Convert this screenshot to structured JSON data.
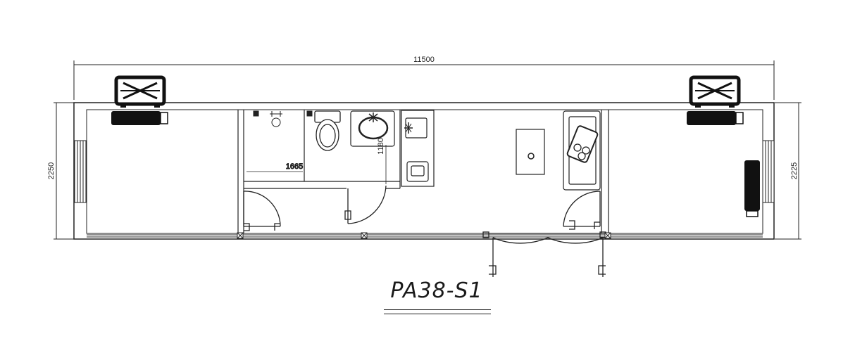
{
  "plan": {
    "model": "PA38-S1",
    "dimensions": {
      "overall_length": "11500",
      "left_height": "2250",
      "right_height": "2225",
      "shower_width": "1665",
      "bath_depth": "1180"
    }
  },
  "colors": {
    "line": "#222222",
    "fill_dark": "#111111",
    "background": "#ffffff"
  },
  "icons": [
    "ac-outdoor-unit-icon",
    "ac-indoor-unit-icon",
    "toilet-icon",
    "washbasin-icon",
    "kitchen-sink-icon",
    "stove-icon",
    "table-icon",
    "chair-icon",
    "door-icon",
    "window-icon"
  ]
}
